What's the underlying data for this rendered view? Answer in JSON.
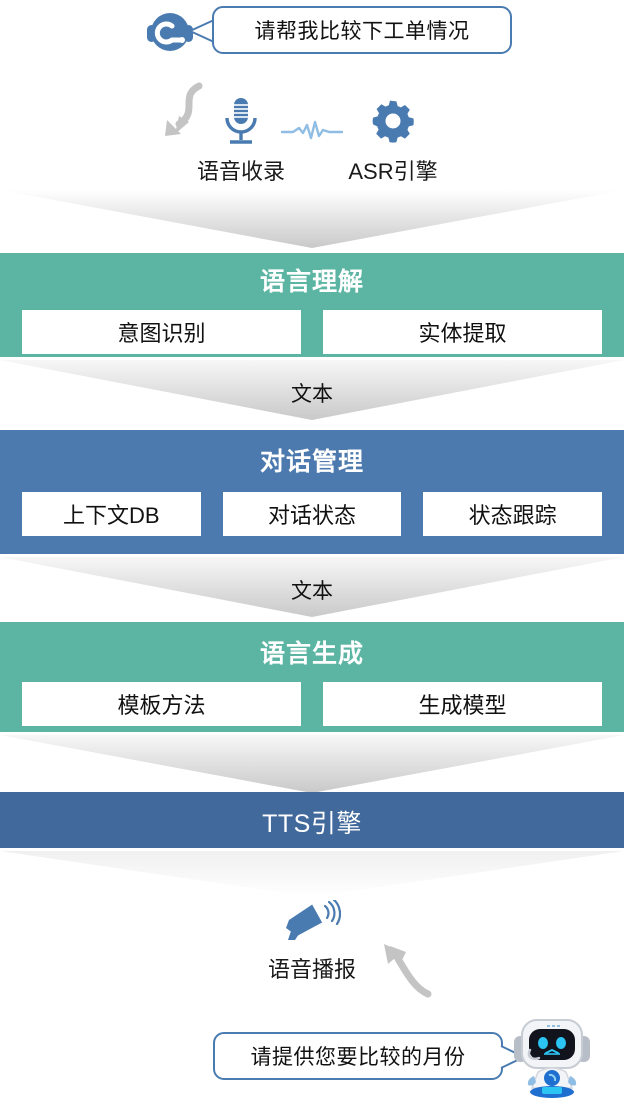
{
  "top_user": {
    "icon": "headset-agent-icon",
    "message": "请帮我比较下工单情况"
  },
  "capture": {
    "inbound_arrow_icon": "curved-arrow-down-left-icon",
    "mic_icon": "microphone-icon",
    "waveform_icon": "audio-waveform-icon",
    "gear_icon": "gear-icon",
    "voice_capture_label": "语音收录",
    "asr_engine_label": "ASR引擎"
  },
  "connectors": {
    "chevron_1_label": "",
    "chevron_2_label": "文本",
    "chevron_3_label": "文本",
    "chevron_4_label": "",
    "chevron_5_label": ""
  },
  "stages": [
    {
      "id": "nlu",
      "title": "语言理解",
      "color": "#5bb5a2",
      "items": [
        "意图识别",
        "实体提取"
      ]
    },
    {
      "id": "dm",
      "title": "对话管理",
      "color": "#4c7aae",
      "items": [
        "上下文DB",
        "对话状态",
        "状态跟踪"
      ]
    },
    {
      "id": "nlg",
      "title": "语言生成",
      "color": "#5bb5a2",
      "items": [
        "模板方法",
        "生成模型"
      ]
    },
    {
      "id": "tts",
      "title": "TTS引擎",
      "color": "#42699b",
      "items": []
    }
  ],
  "output": {
    "speaker_icon": "megaphone-icon",
    "voice_broadcast_label": "语音播报",
    "outbound_arrow_icon": "curved-arrow-up-right-icon"
  },
  "bottom_bot": {
    "message": "请提供您要比较的月份",
    "icon": "robot-avatar-icon"
  },
  "colors": {
    "teal": "#5bb5a2",
    "steel_blue": "#4c7aae",
    "dark_blue": "#42699b",
    "icon_blue": "#4a7bb0",
    "bubble_border": "#4a7bb0",
    "chevron_gray": "#cfcfcf",
    "arrow_gray": "#c4c4c4"
  }
}
